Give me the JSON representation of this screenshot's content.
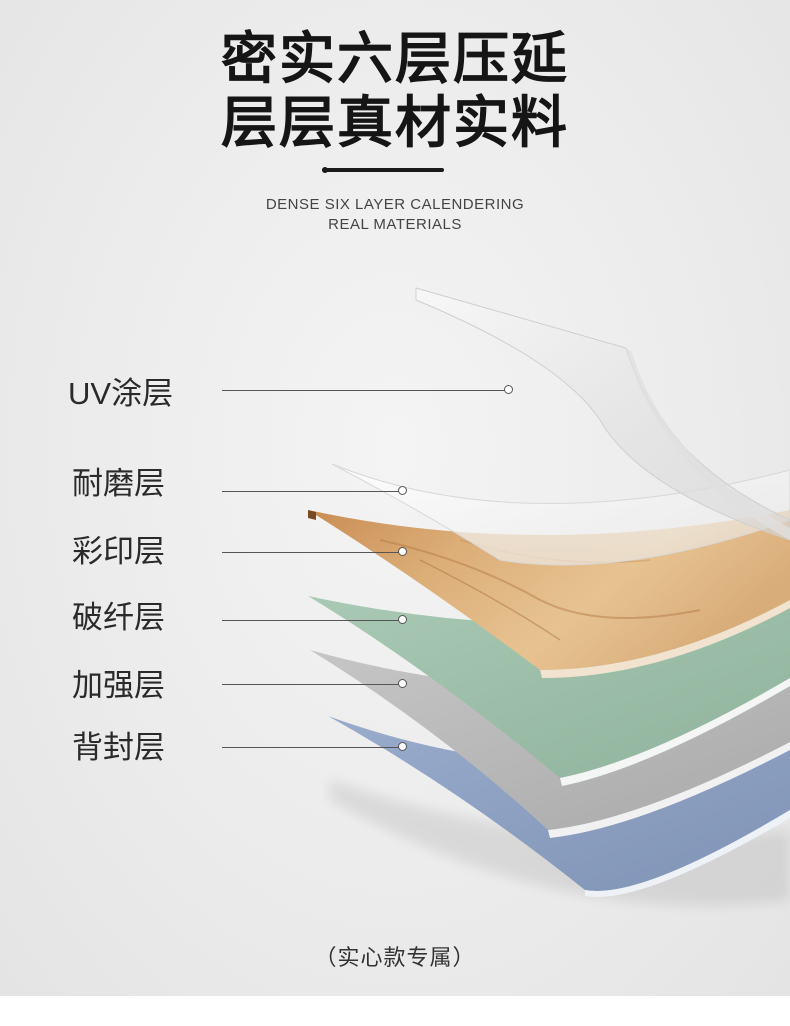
{
  "title": {
    "line1": "密实六层压延",
    "line2": "层层真材实料"
  },
  "subtitle": {
    "line1": "DENSE SIX LAYER CALENDERING",
    "line2": "REAL MATERIALS"
  },
  "layers": [
    {
      "label": "UV涂层",
      "color": "#f2f2f2"
    },
    {
      "label": "耐磨层",
      "color": "#e6e6e6"
    },
    {
      "label": "彩印层",
      "color": "#d9a86c"
    },
    {
      "label": "破纤层",
      "color": "#9ebfaa"
    },
    {
      "label": "加强层",
      "color": "#b9b9b9"
    },
    {
      "label": "背封层",
      "color": "#8ea1c2"
    }
  ],
  "footnote": "（实心款专属）"
}
